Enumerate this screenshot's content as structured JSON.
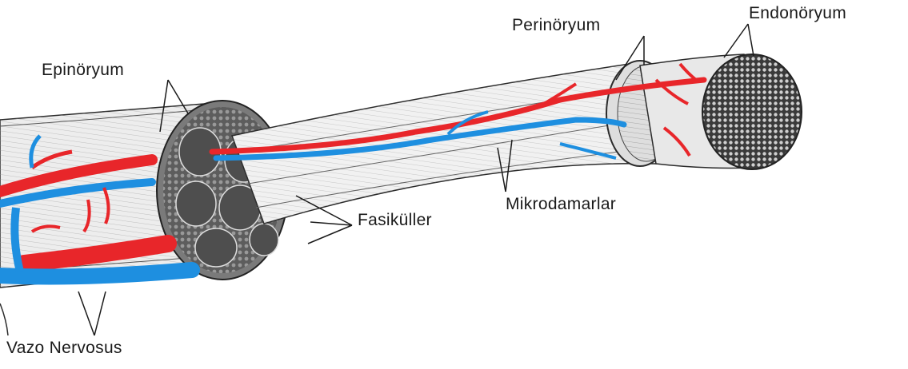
{
  "labels": {
    "epineurium": "Epinöryum",
    "perineurium": "Perinöryum",
    "endoneurium": "Endonöryum",
    "fascicles": "Fasiküller",
    "microvessels": "Mikrodamarlar",
    "vasa_nervorum": "Vazo Nervosus"
  },
  "colors": {
    "artery": "#e8262a",
    "vein": "#1e8fe0",
    "ink": "#2b2b2b",
    "nerve_fill": "#ececec",
    "fascicle_fill": "#6e6e6e"
  }
}
